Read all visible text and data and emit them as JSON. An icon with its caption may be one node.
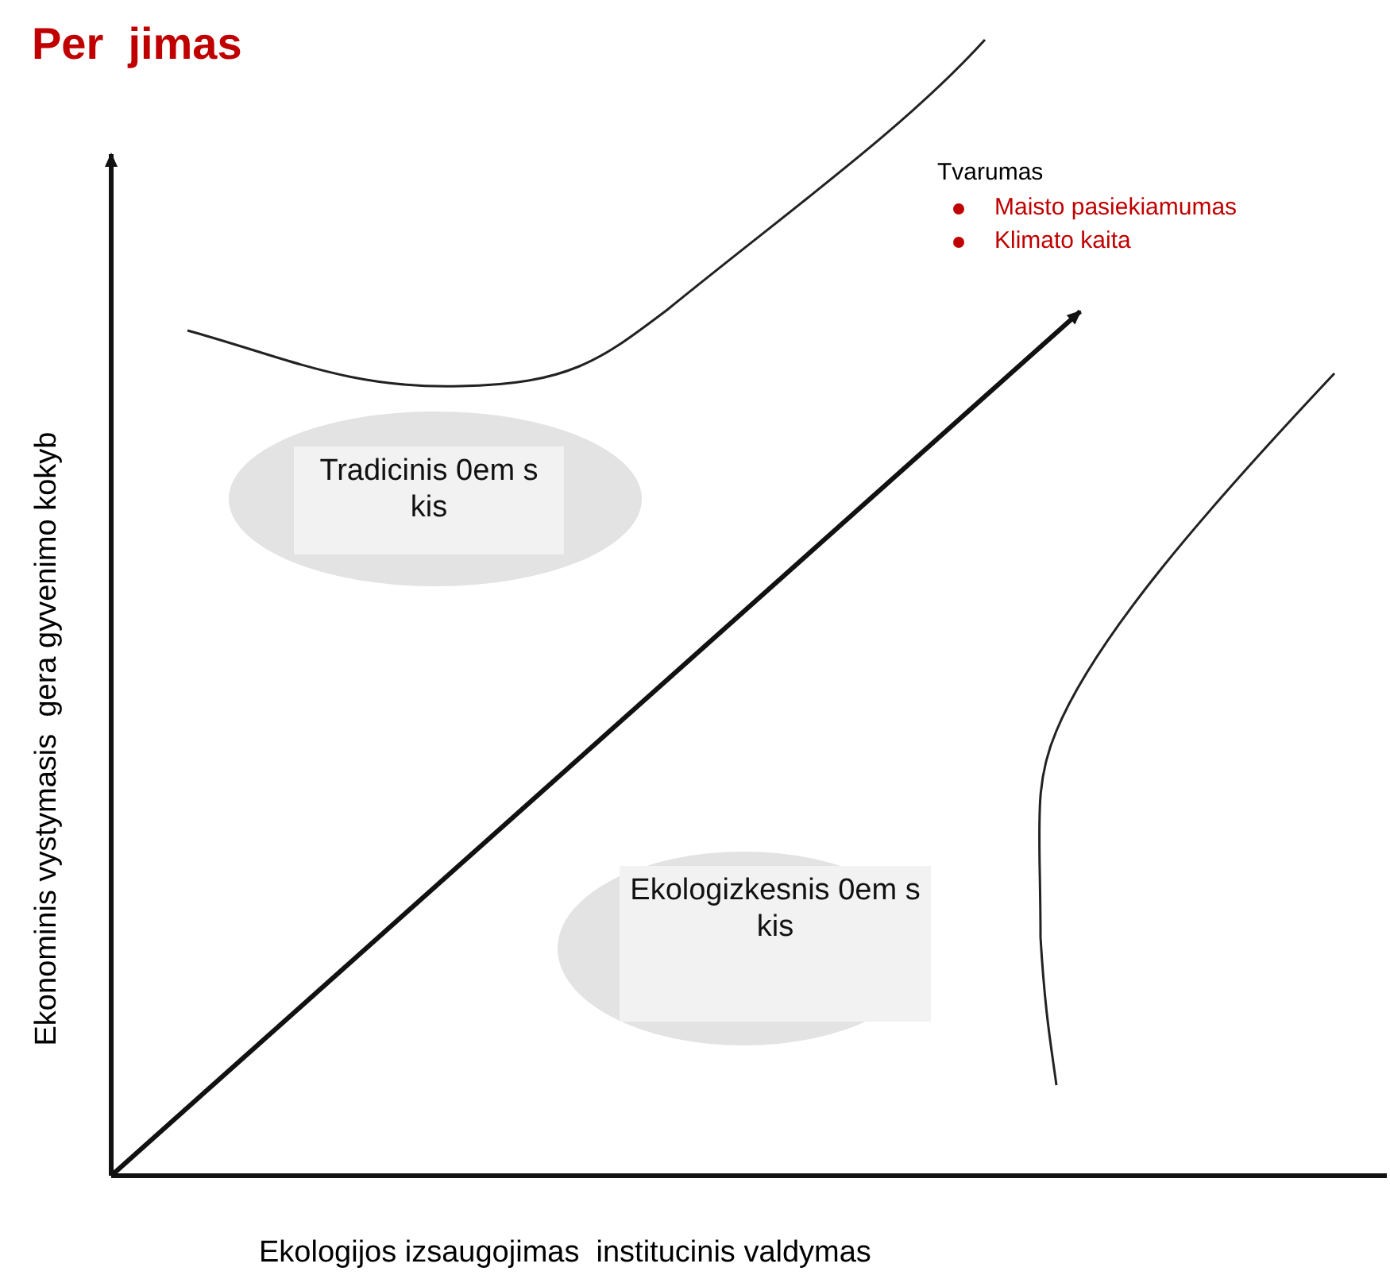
{
  "diagram": {
    "title": "Per  jimas",
    "nodes": [
      {
        "text": [
          "Tradicinis 0em s kis"
        ]
      },
      {
        "text": [
          "Ekologizkesnis 0em s kis"
        ]
      }
    ],
    "labels": [
      "Tvarumas",
      "Maisto pasiekiamumas",
      "Klimato kaita",
      "Ekonominis vystymasis  gera gyvenimo kokyb",
      "Ekologijos izsaugojimas  institucinis valdymas"
    ]
  }
}
